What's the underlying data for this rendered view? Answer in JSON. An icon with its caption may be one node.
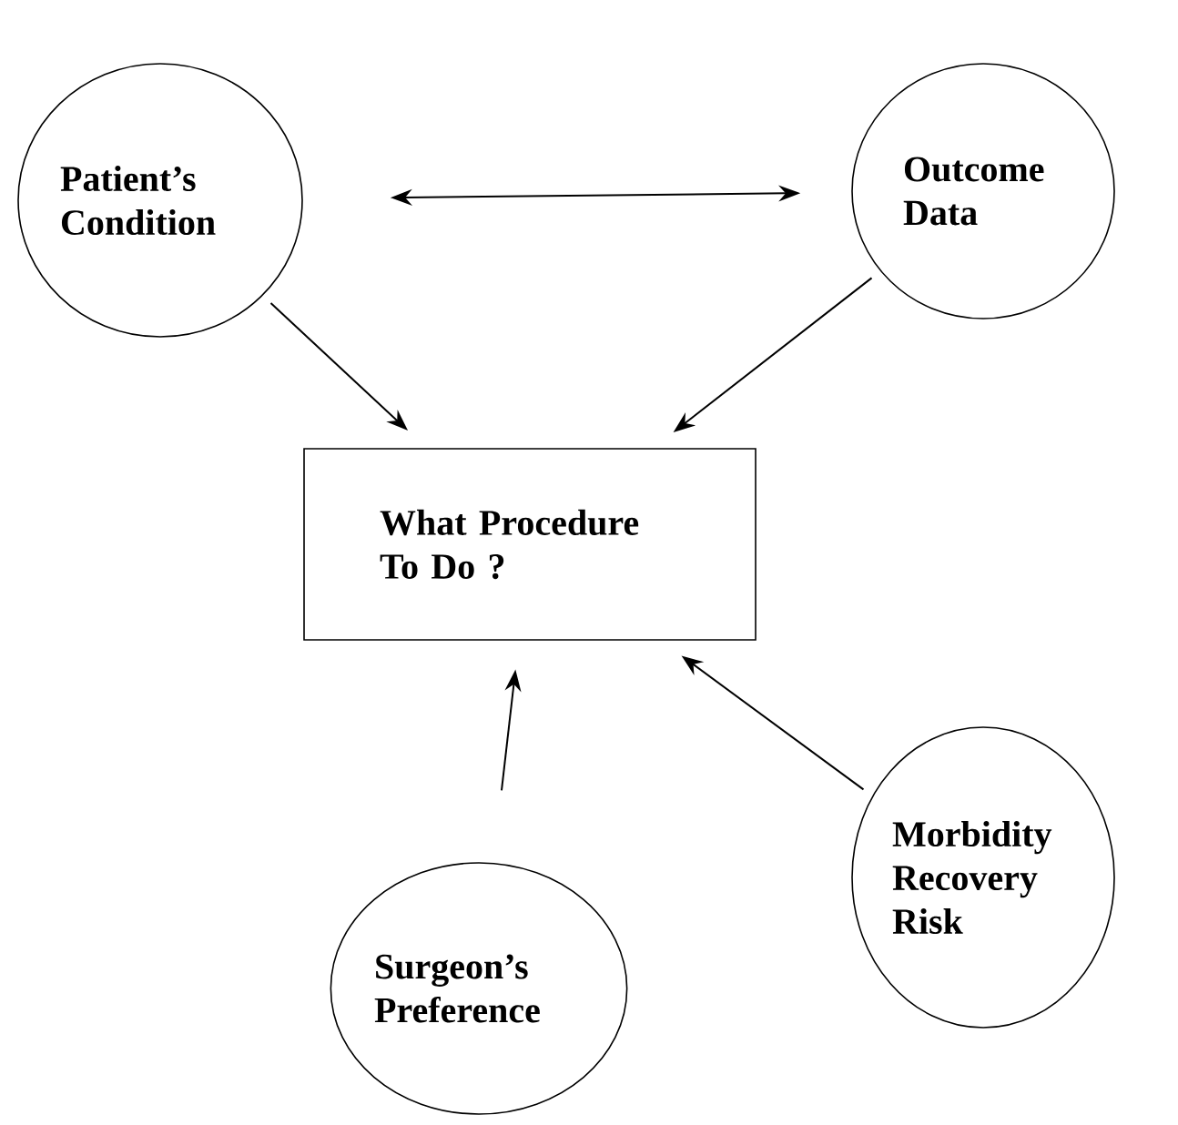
{
  "diagram": {
    "nodes": [
      {
        "text": [
          "Patient’s Condition"
        ]
      },
      {
        "text": [
          "Outcome Data"
        ]
      },
      {
        "text": [
          "What Procedure To Do ?"
        ]
      },
      {
        "text": [
          "Morbidity Recovery Risk"
        ]
      },
      {
        "text": [
          "Surgeon’s Preference"
        ]
      }
    ],
    "edges": [
      {
        "from": 0,
        "to": 1,
        "arrow": "both"
      },
      {
        "from": 0,
        "to": 2,
        "arrow": "to"
      },
      {
        "from": 1,
        "to": 2,
        "arrow": "to"
      },
      {
        "from": 3,
        "to": 2,
        "arrow": "to"
      },
      {
        "from": 4,
        "to": 2,
        "arrow": "to"
      }
    ]
  }
}
